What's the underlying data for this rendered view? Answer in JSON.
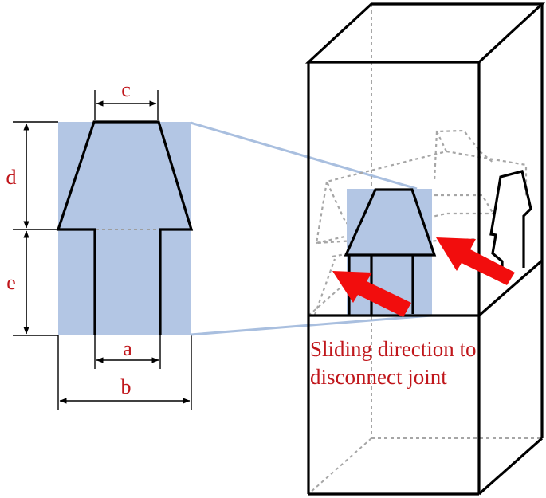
{
  "dimensions": {
    "a": "a",
    "b": "b",
    "c": "c",
    "d": "d",
    "e": "e"
  },
  "caption": {
    "line1": "Sliding direction to",
    "line2": "disconnect joint"
  },
  "colors": {
    "highlight": "#b3c6e4",
    "label": "#c0161b",
    "arrow": "#f20d0d",
    "outline": "#000000",
    "hidden_edge": "#9e9e9e",
    "leader": "#a9bfdf"
  }
}
